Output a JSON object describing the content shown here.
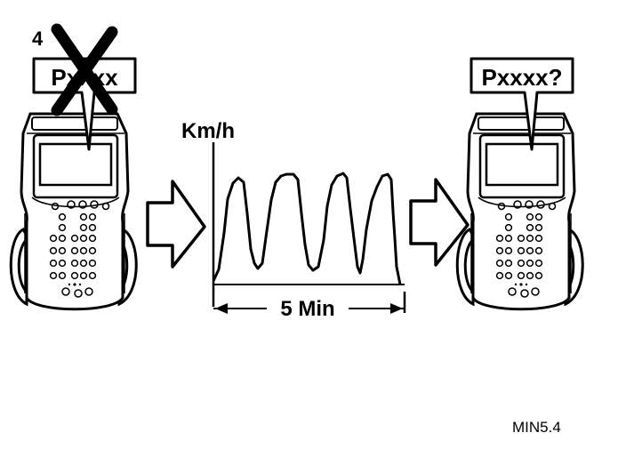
{
  "step_number": "4",
  "left_tool": {
    "code": "Pxxxx"
  },
  "graph": {
    "y_axis_label": "Km/h",
    "duration_label": "5 Min"
  },
  "right_tool": {
    "code": "Pxxxx?"
  },
  "reference": "MIN5.4"
}
